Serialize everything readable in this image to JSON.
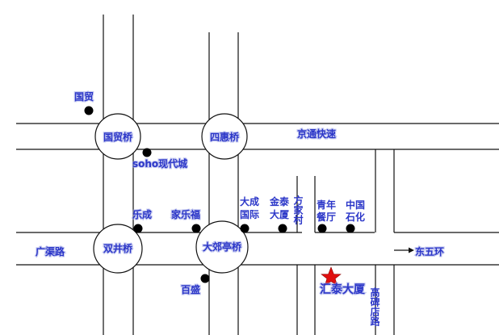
{
  "colors": {
    "label": "#2b36c8",
    "road": "#111111",
    "dot": "#000000",
    "star": "#e01010",
    "background": "#ffffff"
  },
  "bridges": {
    "guomao": "国贸桥",
    "sihui": "四惠桥",
    "shuangjing": "双井桥",
    "dajiaoting": "大郊亭桥"
  },
  "roads": {
    "jingtong": "京通快速",
    "guangqu": "广渠路",
    "dongwuhuan": "东五环",
    "gaobeidian": "高碑店路"
  },
  "places": {
    "guomao": "国贸",
    "soho": "soho现代城",
    "lecheng": "乐成",
    "jialefu": "家乐福",
    "dacheng_1": "大成",
    "dacheng_2": "国际",
    "jintai_1": "金泰",
    "jintai_2": "大厦",
    "fangjiacun": "方家村",
    "qingnian_1": "青年",
    "qingnian_2": "餐厅",
    "zhongguo_1": "中国",
    "zhongguo_2": "石化",
    "baisheng": "百盛",
    "huitai": "汇泰大厦"
  },
  "icons": {
    "marker": "dot-icon",
    "target": "star-icon",
    "direction": "arrow-right-icon"
  }
}
